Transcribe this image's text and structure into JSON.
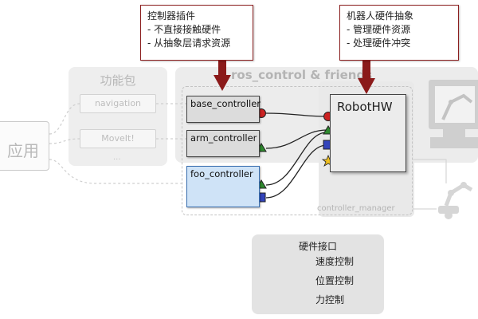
{
  "background": {
    "app_label": "应用",
    "packages_title": "功能包",
    "packages": [
      "navigation",
      "MoveIt!",
      "..."
    ],
    "ros_control_title": "ros_control & friends",
    "controller_manager_label": "controller_manager"
  },
  "callouts": {
    "left": {
      "title": "控制器插件",
      "lines": [
        "- 不直接接触硬件",
        "- 从抽象层请求资源"
      ]
    },
    "right": {
      "title": "机器人硬件抽象",
      "lines": [
        "- 管理硬件资源",
        "- 处理硬件冲突"
      ]
    }
  },
  "controllers": [
    "base_controller",
    "arm_controller",
    "foo_controller"
  ],
  "robot_hw": "RobotHW",
  "legend": {
    "title": "硬件接口",
    "items": [
      {
        "label": "速度控制",
        "shape": "circle",
        "color": "#cc2222"
      },
      {
        "label": "位置控制",
        "shape": "triangle",
        "color": "#2f8a2f"
      },
      {
        "label": "力控制",
        "shape": "square",
        "color": "#3344bb"
      }
    ]
  },
  "colors": {
    "callout_border": "#8b1e1e",
    "arrow": "#8b1a1a",
    "velocity": "#cc2222",
    "position": "#2f8a2f",
    "effort": "#3344bb",
    "joint_limits": "#f0c020",
    "foo_fill": "#cfe3f7"
  },
  "icons": [
    "robot-arm-monitor-icon",
    "robot-arm-icon",
    "star-icon"
  ]
}
